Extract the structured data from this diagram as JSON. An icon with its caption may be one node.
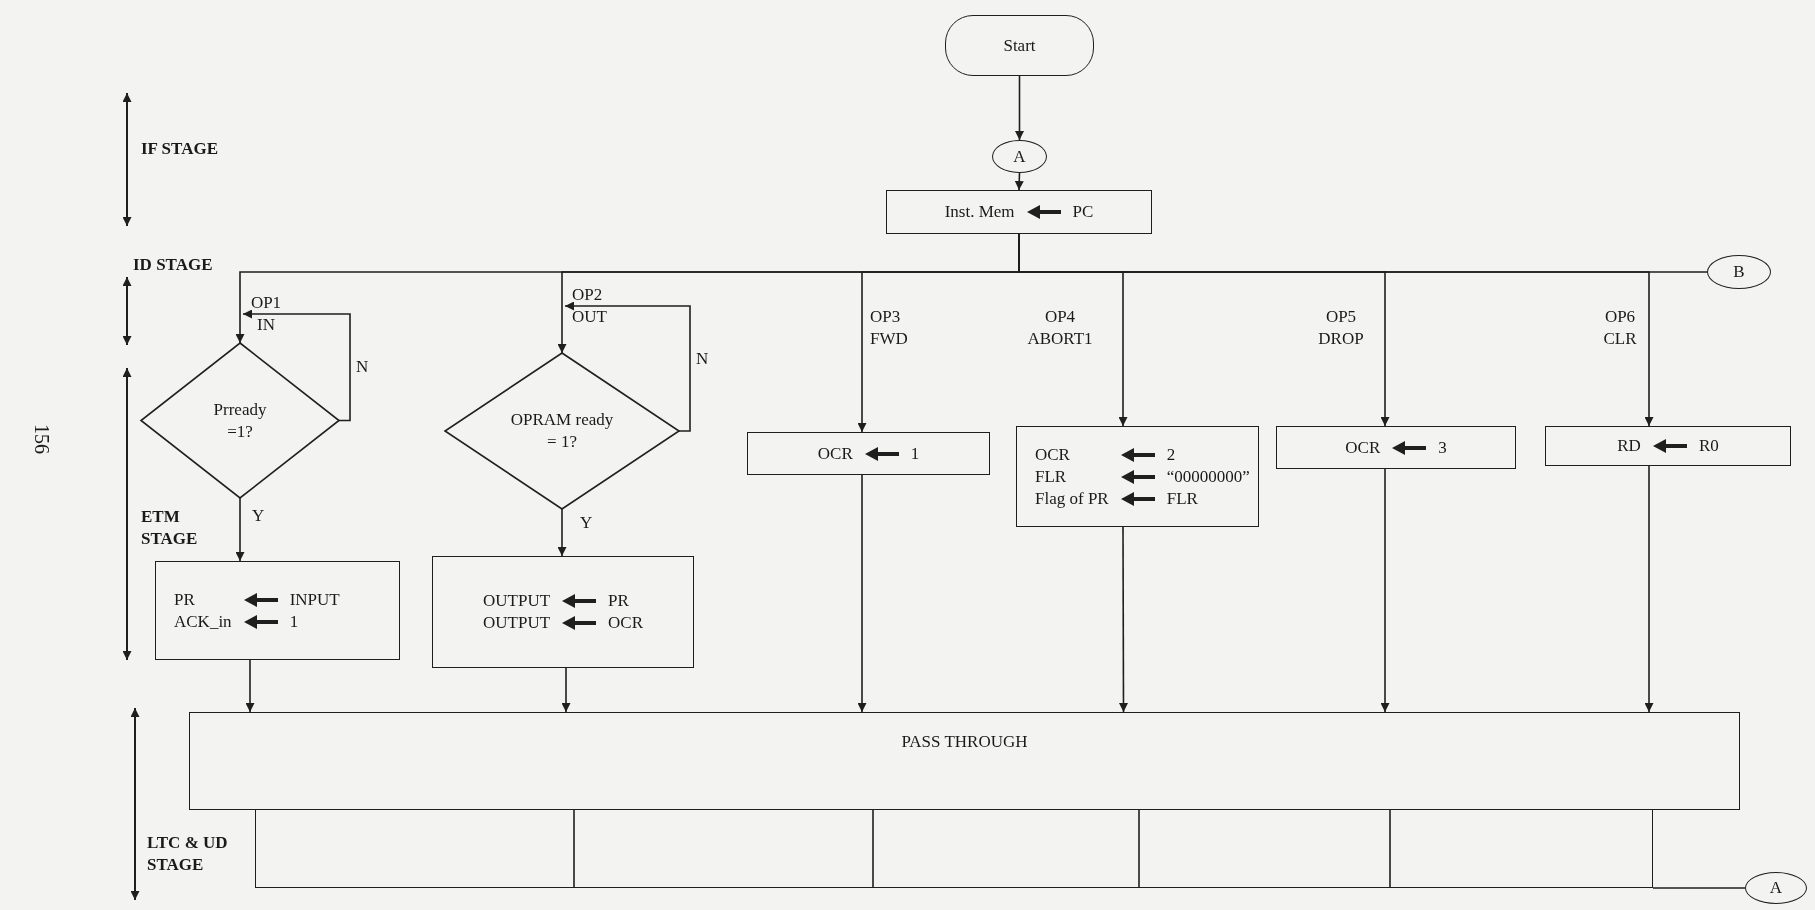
{
  "diagram": {
    "nodes": [
      {
        "text": [
          "Start"
        ]
      },
      {
        "text": [
          "A"
        ]
      },
      {
        "text": [
          "Inst. Mem",
          "PC"
        ]
      },
      {
        "text": [
          "B"
        ]
      },
      {
        "text": [
          "Prready =1?"
        ]
      },
      {
        "text": [
          "OPRAM ready = 1?"
        ]
      },
      {
        "text": [
          "OCR",
          "1"
        ]
      },
      {
        "text": [
          "OCR",
          "2",
          "FLR",
          "“00000000”",
          "Flag of PR",
          "FLR"
        ]
      },
      {
        "text": [
          "OCR",
          "3"
        ]
      },
      {
        "text": [
          "RD",
          "R0"
        ]
      },
      {
        "text": [
          "PR",
          "INPUT",
          "ACK_in",
          "1"
        ]
      },
      {
        "text": [
          "OUTPUT",
          "PR",
          "OUTPUT",
          "OCR"
        ]
      },
      {
        "text": [
          "PASS THROUGH"
        ]
      },
      {
        "text": [],
        "shape": "box"
      },
      {
        "text": [
          "A"
        ]
      }
    ],
    "edges": [
      {
        "from": 0,
        "to": 1,
        "arrow": "to"
      },
      {
        "from": 1,
        "to": 2,
        "arrow": "to"
      },
      {
        "from": 2,
        "to": 3,
        "arrow": "none"
      },
      {
        "from": 2,
        "to": 4,
        "arrow": "to",
        "label": "OP1 IN"
      },
      {
        "from": 2,
        "to": 5,
        "arrow": "to",
        "label": "OP2 OUT"
      },
      {
        "from": 2,
        "to": 6,
        "arrow": "to",
        "label": "OP3 FWD"
      },
      {
        "from": 2,
        "to": 7,
        "arrow": "to",
        "label": "OP4 ABORT1"
      },
      {
        "from": 2,
        "to": 8,
        "arrow": "to",
        "label": "OP5 DROP"
      },
      {
        "from": 2,
        "to": 9,
        "arrow": "to",
        "label": "OP6 CLR"
      },
      {
        "from": 4,
        "to": 4,
        "arrow": "to",
        "label": "N"
      },
      {
        "from": 5,
        "to": 5,
        "arrow": "to",
        "label": "N"
      },
      {
        "from": 4,
        "to": 10,
        "arrow": "to",
        "label": "Y"
      },
      {
        "from": 5,
        "to": 11,
        "arrow": "to",
        "label": "Y"
      },
      {
        "from": 6,
        "to": 12,
        "arrow": "to"
      },
      {
        "from": 7,
        "to": 12,
        "arrow": "to"
      },
      {
        "from": 8,
        "to": 12,
        "arrow": "to"
      },
      {
        "from": 9,
        "to": 12,
        "arrow": "to"
      },
      {
        "from": 10,
        "to": 12,
        "arrow": "to"
      },
      {
        "from": 11,
        "to": 12,
        "arrow": "to"
      },
      {
        "from": 13,
        "to": 14,
        "arrow": "none"
      }
    ],
    "labels": [
      "IF STAGE",
      "ID STAGE",
      "ETM STAGE",
      "LTC & UD STAGE",
      "156"
    ]
  }
}
